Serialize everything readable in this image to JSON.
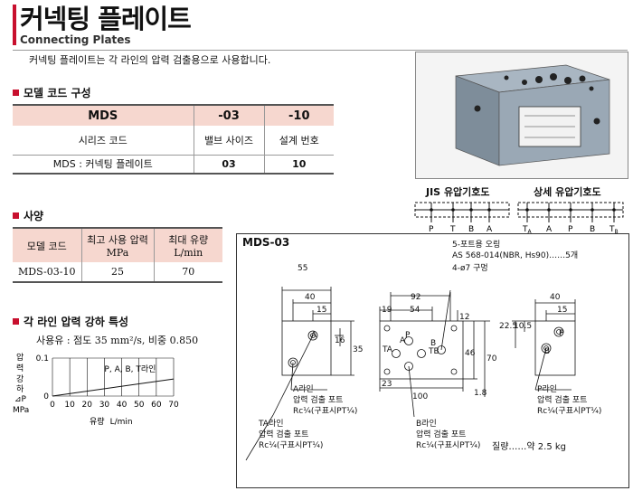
{
  "header": {
    "title": "커넥팅 플레이트",
    "subtitle": "Connecting Plates",
    "intro": "커넥팅 플레이트는 각 라인의 압력 검출용으로 사용합니다."
  },
  "model_code": {
    "heading": "모델 코드 구성",
    "header_row": [
      "MDS",
      "-03",
      "-10"
    ],
    "desc_row": [
      "시리즈 코드",
      "밸브 사이즈",
      "설계 번호"
    ],
    "value_row": [
      "MDS : 커넥팅 플레이트",
      "03",
      "10"
    ]
  },
  "spec": {
    "heading": "사양",
    "headers": [
      "모델 코드",
      "최고 사용 압력\nMPa",
      "최대 유량\nL/min"
    ],
    "header_lines": [
      [
        "모델 코드"
      ],
      [
        "최고 사용 압력",
        "MPa"
      ],
      [
        "최대 유량",
        "L/min"
      ]
    ],
    "row": [
      "MDS-03-10",
      "25",
      "70"
    ]
  },
  "chart_section": {
    "heading": "각 라인 압력 강하 특성",
    "oil_note": "사용유 : 점도 35 mm²/s, 비중 0.850",
    "units": "MPa",
    "xlabel_parts": [
      "유량",
      "L/min"
    ]
  },
  "chart_data": {
    "type": "line",
    "ylabel": "압력강하 ⊿P",
    "ylabel_chars": [
      "압",
      "력",
      "강",
      "하",
      "⊿P"
    ],
    "xlabel": "유량 L/min",
    "x_ticks": [
      0,
      10,
      20,
      30,
      40,
      50,
      60,
      70
    ],
    "y_ticks": [
      0,
      0.1
    ],
    "xlim": [
      0,
      70
    ],
    "ylim": [
      0,
      0.1
    ],
    "series": [
      {
        "name": "P, A, B, T라인",
        "x": [
          0,
          70
        ],
        "y": [
          0.0,
          0.045
        ]
      }
    ]
  },
  "symbols": {
    "jis_title": "JIS 유압기호도",
    "detail_title": "상세 유압기호도",
    "jis_ports": [
      "P",
      "T",
      "B",
      "A"
    ],
    "detail_ports": [
      {
        "main": "T",
        "sub": "A"
      },
      {
        "main": "A",
        "sub": ""
      },
      {
        "main": "P",
        "sub": ""
      },
      {
        "main": "B",
        "sub": ""
      },
      {
        "main": "T",
        "sub": "B"
      }
    ]
  },
  "drawing": {
    "model": "MDS-03",
    "oring_note_1": "5-포트용 오링",
    "oring_note_2": "AS 568-014(NBR, Hs90)……5개",
    "hole_note": "4-ø7 구멍",
    "dims": {
      "d55": "55",
      "d40a": "40",
      "d15": "15",
      "d16": "16",
      "d35": "35",
      "d92": "92",
      "d54": "54",
      "d19": "19",
      "d12": "12",
      "d46": "46",
      "d70": "70",
      "d23": "23",
      "d100": "100",
      "d18": "1.8",
      "d225": "22.5",
      "d105": "10.5",
      "d40b": "40",
      "d15b": "15"
    },
    "port_labels": {
      "P": "P",
      "A": "A",
      "B": "B",
      "T": "T",
      "TA": "TA",
      "TB": "TB"
    },
    "notes": {
      "a_line_1": "A라인",
      "a_line_2": "압력 검출 포트",
      "a_line_3": "Rc¼(구표시PT¼)",
      "ta_line_1": "TA라인",
      "ta_line_2": "압력 검출 포트",
      "ta_line_3": "Rc¼(구표시PT¼)",
      "b_line_1": "B라인",
      "b_line_2": "압력 검출 포트",
      "b_line_3": "Rc¼(구표시PT¼)",
      "p_line_1": "P라인",
      "p_line_2": "압력 검출 포트",
      "p_line_3": "Rc¼(구표시PT¼)"
    },
    "weight": "질량……약 2.5 kg"
  }
}
